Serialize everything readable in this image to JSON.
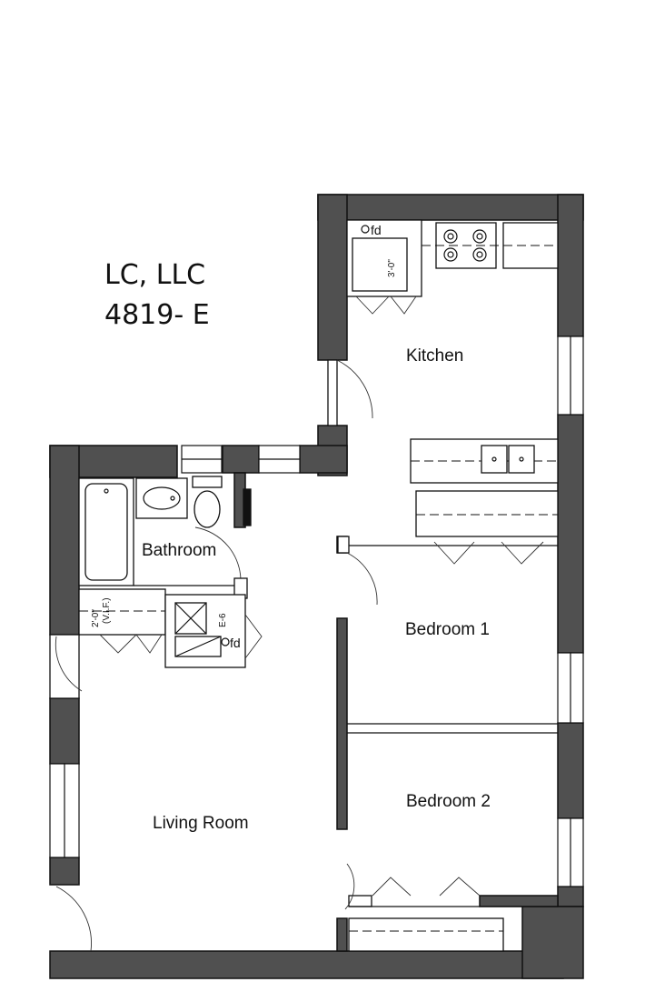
{
  "title": {
    "line1": "LC, LLC",
    "line2": "4819- E"
  },
  "rooms": {
    "kitchen": "Kitchen",
    "bathroom": "Bathroom",
    "bedroom1": "Bedroom 1",
    "bedroom2": "Bedroom 2",
    "living": "Living Room"
  },
  "annotations": {
    "fd_kitchen": "fd",
    "fd_hall": "fd",
    "dim_kitchen": "3'-0\"",
    "dim_hall": "2'-0\"",
    "dim_hall_note": "(V.I.F.)",
    "equipment_tag": "E-6"
  }
}
